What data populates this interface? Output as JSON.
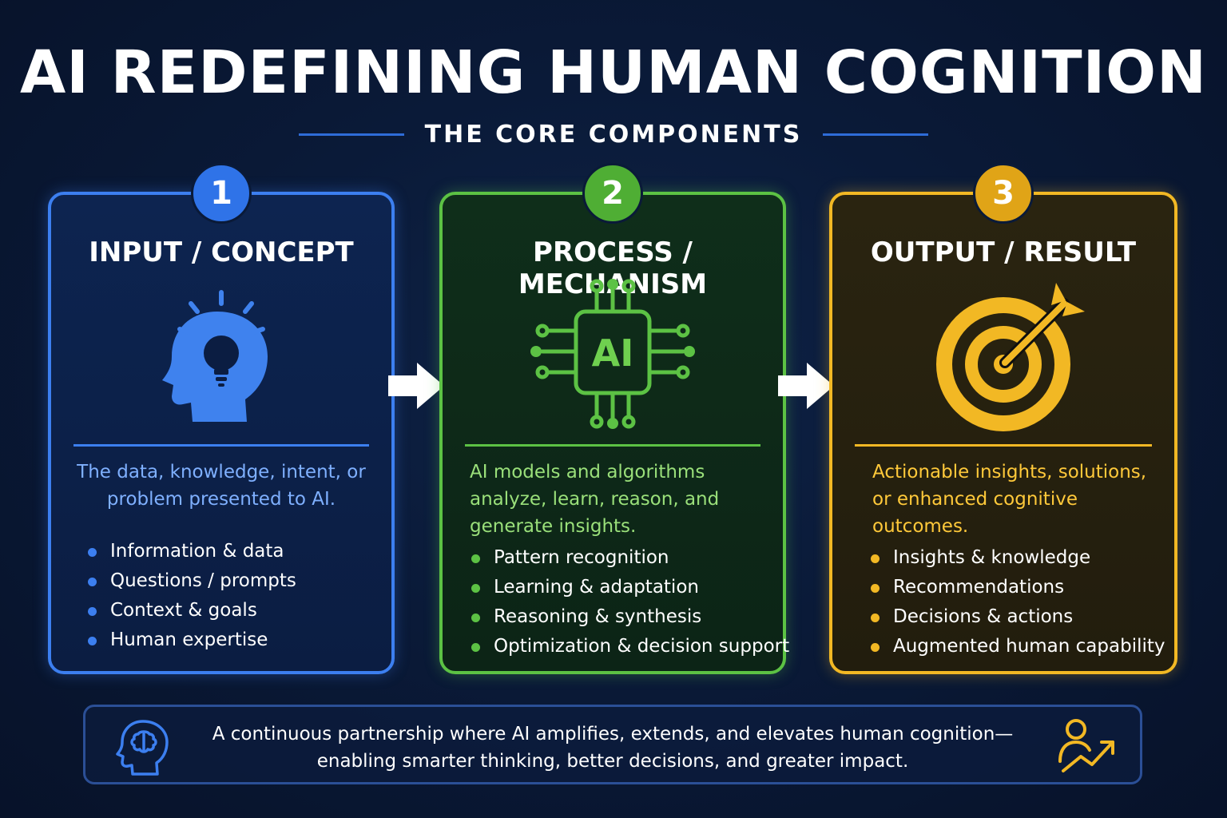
{
  "header": {
    "title": "AI REDEFINING HUMAN COGNITION",
    "subtitle": "THE CORE COMPONENTS"
  },
  "colors": {
    "blue": "#3c7ff0",
    "green": "#5cc244",
    "yellow": "#f2b824",
    "background": "#0a1a38"
  },
  "cards": [
    {
      "number": "1",
      "title": "INPUT / CONCEPT",
      "icon": "head-lightbulb-icon",
      "description": "The data, knowledge, intent, or problem presented to AI.",
      "bullets": [
        "Information & data",
        "Questions / prompts",
        "Context & goals",
        "Human expertise"
      ]
    },
    {
      "number": "2",
      "title": "PROCESS / MECHANISM",
      "icon": "ai-chip-icon",
      "icon_label": "AI",
      "description": "AI models and algorithms analyze, learn, reason, and generate insights.",
      "bullets": [
        "Pattern recognition",
        "Learning & adaptation",
        "Reasoning & synthesis",
        "Optimization & decision support"
      ]
    },
    {
      "number": "3",
      "title": "OUTPUT / RESULT",
      "icon": "target-arrow-icon",
      "description": "Actionable insights, solutions, or enhanced cognitive outcomes.",
      "bullets": [
        "Insights & knowledge",
        "Recommendations",
        "Decisions & actions",
        "Augmented human capability"
      ]
    }
  ],
  "footer": {
    "line1": "A continuous partnership where AI amplifies, extends, and elevates human cognition—",
    "line2": "enabling smarter thinking, better decisions, and greater impact.",
    "left_icon": "brain-head-icon",
    "right_icon": "person-growth-icon"
  }
}
